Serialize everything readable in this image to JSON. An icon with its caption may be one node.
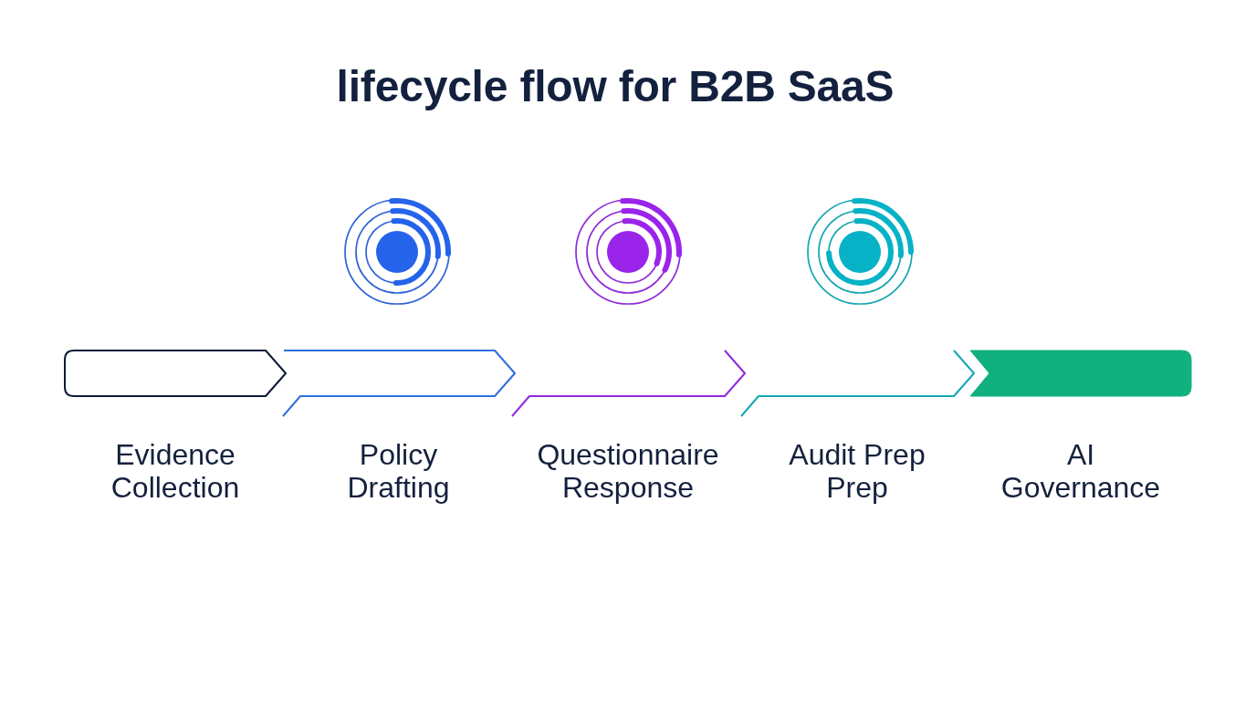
{
  "diagram": {
    "title": "lifecycle flow for B2B SaaS",
    "nodes": [
      {
        "text": [
          "Evidence Collection"
        ]
      },
      {
        "text": [
          "Policy Drafting"
        ]
      },
      {
        "text": [
          "Questionnaire Response"
        ]
      },
      {
        "text": [
          "Audit Prep Prep"
        ]
      },
      {
        "text": [
          "AI Governance"
        ]
      }
    ]
  }
}
